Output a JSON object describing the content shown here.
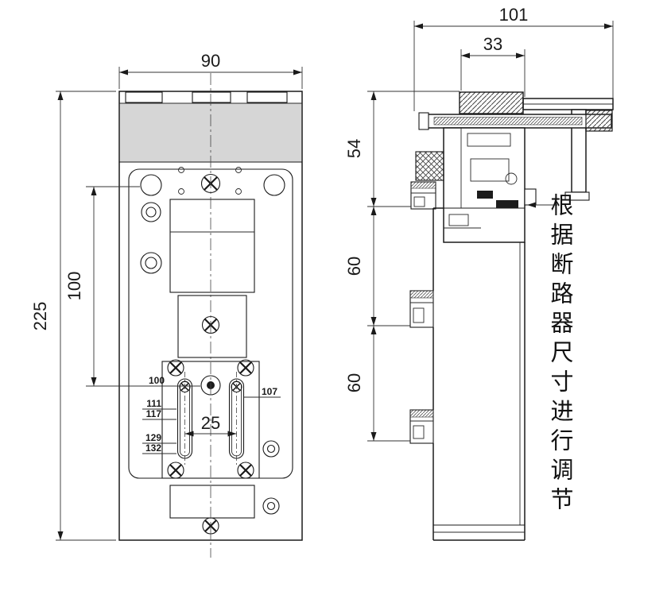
{
  "front_view": {
    "dim_width": "90",
    "dim_height": "225",
    "dim_hole_pitch": "100",
    "dim_slot_pitch": "25",
    "ref_labels": {
      "ref_100": "100",
      "ref_111": "111",
      "ref_117": "117",
      "ref_129": "129",
      "ref_132": "132",
      "ref_107": "107"
    }
  },
  "side_view": {
    "dim_depth_total": "101",
    "dim_depth_body": "33",
    "dim_pitch_top": "54",
    "dim_pitch_middle": "60",
    "dim_pitch_bottom": "60",
    "note_adjust": "根据断路器尺寸进行调节"
  },
  "colors": {
    "line": "#1a1a1a",
    "shade": "#d6d6d6",
    "background": "#ffffff"
  }
}
